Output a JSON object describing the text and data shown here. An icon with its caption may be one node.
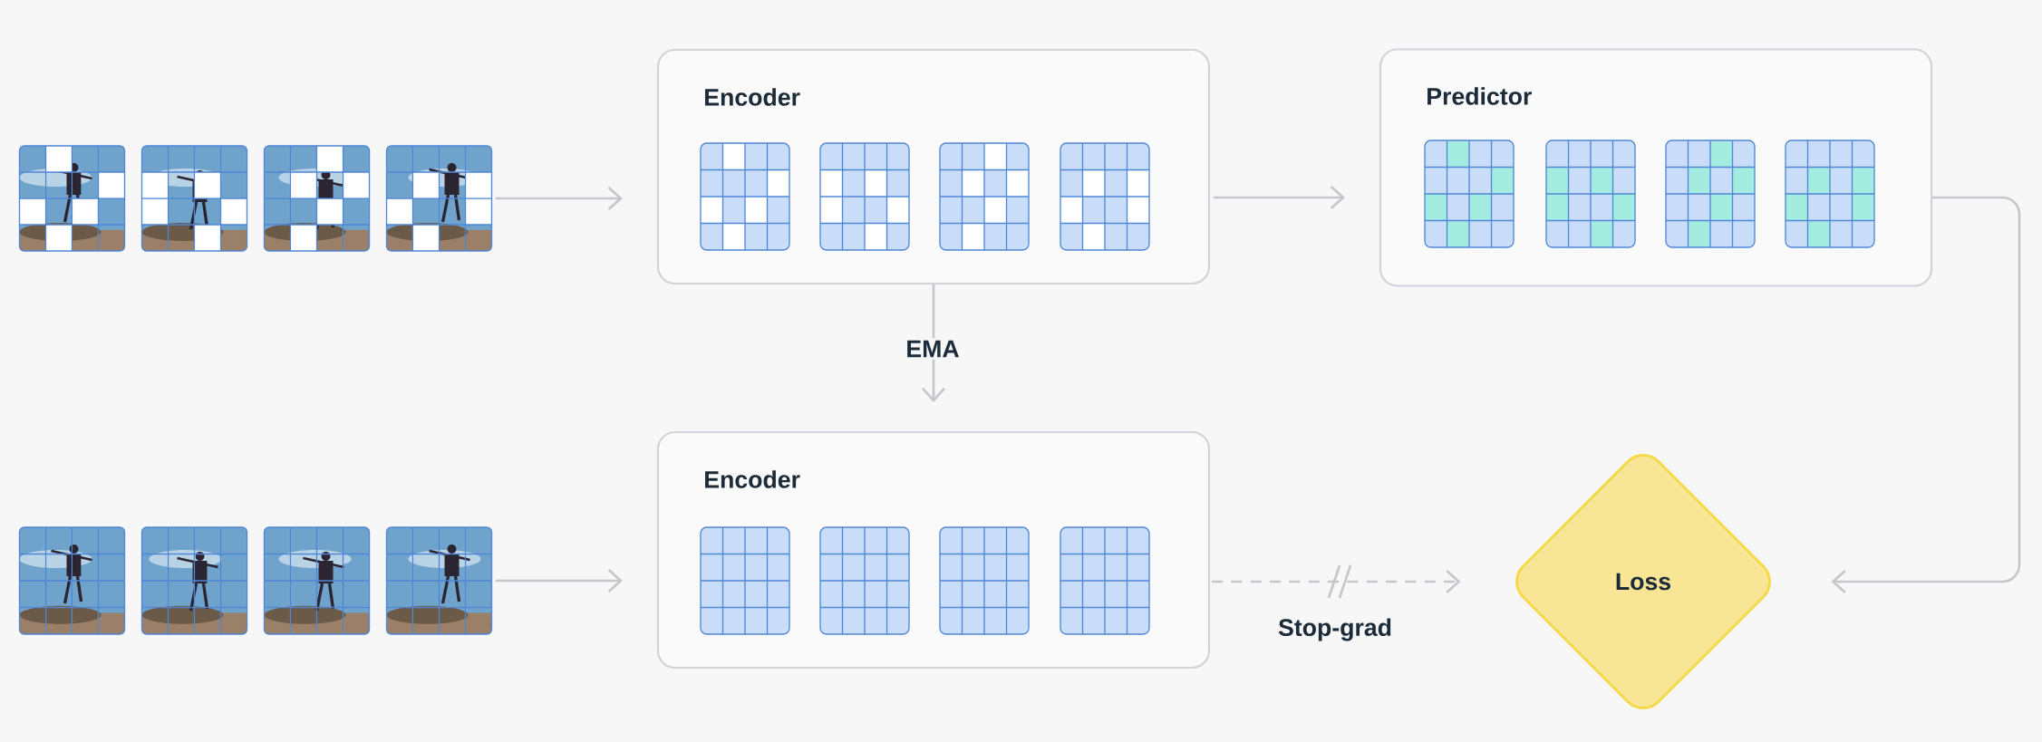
{
  "diagram": {
    "nodes": [
      {
        "text": [],
        "shape": "picture"
      },
      {
        "text": [
          "Encoder"
        ]
      },
      {
        "text": [
          "Predictor"
        ]
      },
      {
        "text": [],
        "shape": "picture"
      },
      {
        "text": [
          "Encoder"
        ]
      },
      {
        "text": [
          "Loss"
        ]
      }
    ],
    "edges": [
      {
        "from": 0,
        "to": 1,
        "arrow": "to"
      },
      {
        "from": 1,
        "to": 2,
        "arrow": "to"
      },
      {
        "from": 1,
        "to": 4,
        "arrow": "to",
        "label": "EMA"
      },
      {
        "from": 2,
        "to": 5,
        "arrow": "to"
      },
      {
        "from": 3,
        "to": 4,
        "arrow": "to"
      },
      {
        "from": 4,
        "to": 5,
        "arrow": "to",
        "label": "Stop-grad",
        "style": "dashed"
      }
    ]
  }
}
